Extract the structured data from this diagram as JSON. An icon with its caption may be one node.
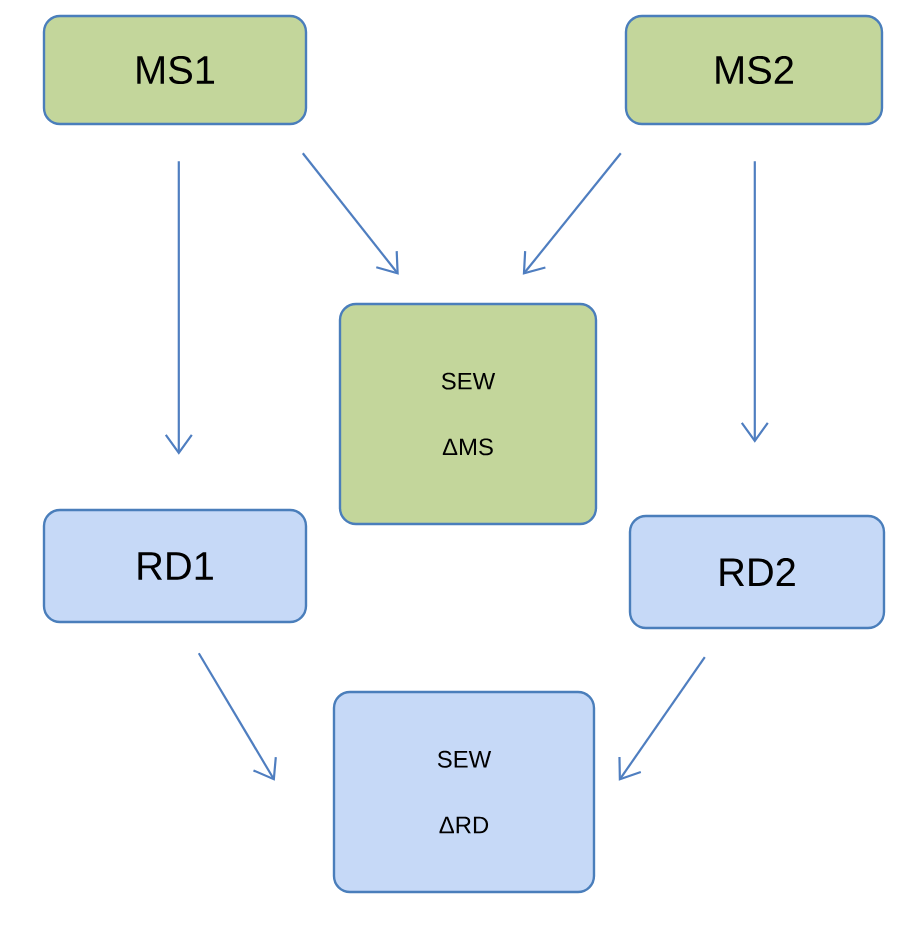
{
  "diagram": {
    "nodes": [
      {
        "text": [
          "MS1"
        ]
      },
      {
        "text": [
          "MS2"
        ]
      },
      {
        "text": [
          "SEW",
          "ΔMS"
        ]
      },
      {
        "text": [
          "RD1"
        ]
      },
      {
        "text": [
          "RD2"
        ]
      },
      {
        "text": [
          "SEW",
          "ΔRD"
        ]
      }
    ],
    "edges": [
      {
        "from": 0,
        "to": 3,
        "arrow": "to"
      },
      {
        "from": 0,
        "to": 2,
        "arrow": "to"
      },
      {
        "from": 1,
        "to": 2,
        "arrow": "to"
      },
      {
        "from": 1,
        "to": 4,
        "arrow": "to"
      },
      {
        "from": 3,
        "to": 5,
        "arrow": "to"
      },
      {
        "from": 4,
        "to": 5,
        "arrow": "to"
      }
    ]
  }
}
